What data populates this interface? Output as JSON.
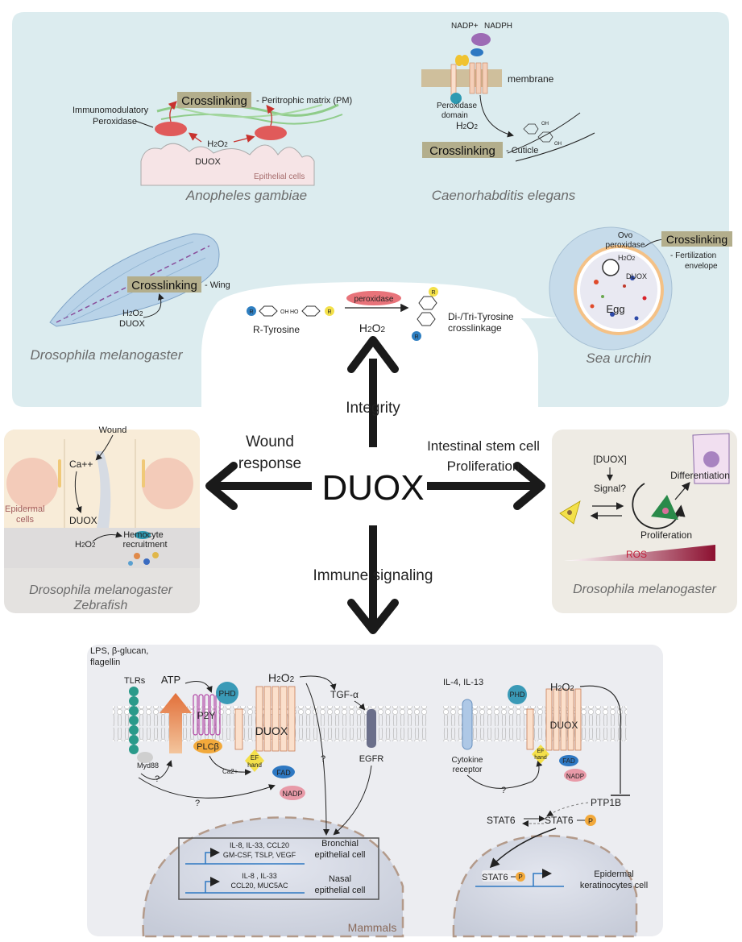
{
  "center": {
    "title": "DUOX",
    "arrow_up": "Integrity",
    "arrow_left": "Wound response",
    "arrow_left_l1": "Wound",
    "arrow_left_l2": "response",
    "arrow_right_l1": "Intestinal stem cell",
    "arrow_right_l2": "Proliferation",
    "arrow_down": "Immune signaling"
  },
  "top_panel": {
    "tyrosine": {
      "reactant": "R-Tyrosine",
      "enzyme": "peroxidase",
      "reagent": "H2O2",
      "product_l1": "Di-/Tri-Tyrosine",
      "product_l2": "crosslinkage"
    },
    "anopheles": {
      "species": "Anopheles gambiae",
      "crosslinking": "Crosslinking",
      "pm": "- Peritrophic matrix (PM)",
      "peroxidase_l1": "Immunomodulatory",
      "peroxidase_l2": "Peroxidase",
      "h2o2": "H2O2",
      "duox": "DUOX",
      "epithelial": "Epithelial cells"
    },
    "celegans": {
      "species": "Caenorhabditis elegans",
      "nadp": "NADP+",
      "nadph": "NADPH",
      "membrane": "membrane",
      "peroxidase_l1": "Peroxidase",
      "peroxidase_l2": "domain",
      "h2o2": "H2O2",
      "crosslinking": "Crosslinking",
      "cuticle": "- Cuticle",
      "oh": "OH"
    },
    "drosophila_wing": {
      "species": "Drosophila melanogaster",
      "crosslinking": "Crosslinking",
      "wing": "- Wing",
      "h2o2": "H2O2",
      "duox": "DUOX"
    },
    "sea_urchin": {
      "species": "Sea urchin",
      "ovo_l1": "Ovo",
      "ovo_l2": "peroxidase",
      "h2o2": "H2O2",
      "duox": "DUOX",
      "crosslinking": "Crosslinking",
      "fert_l1": "- Fertilization",
      "fert_l2": "envelope",
      "egg": "Egg"
    }
  },
  "left_panel": {
    "wound": "Wound",
    "ca": "Ca++",
    "epidermal_l1": "Epidermal",
    "epidermal_l2": "cells",
    "duox": "DUOX",
    "h2o2": "H2O2",
    "hemocyte_l1": "Hemocyte",
    "hemocyte_l2": "recruitment",
    "species_l1": "Drosophila melanogaster",
    "species_l2": "Zebrafish"
  },
  "right_panel": {
    "duox": "[DUOX]",
    "signal": "Signal?",
    "differentiation": "Differentiation",
    "proliferation": "Proliferation",
    "ros": "ROS",
    "species": "Drosophila melanogaster"
  },
  "bottom_panel": {
    "label": "Mammals",
    "left": {
      "lps_l1": "LPS, β-glucan,",
      "lps_l2": "flagellin",
      "tlrs": "TLRs",
      "atp": "ATP",
      "p2y": "P2Y",
      "plcb": "PLCβ",
      "myd88": "Myd88",
      "q": "?",
      "ca": "Ca2+",
      "phd": "PHD",
      "h2o2": "H2O2",
      "duox": "DUOX",
      "ef_l1": "EF",
      "ef_l2": "hand",
      "fad": "FAD",
      "nadp": "NADP",
      "tgfa": "TGF-α",
      "egfr": "EGFR",
      "genes1_l1": "IL-8, IL-33, CCL20",
      "genes1_l2": "GM-CSF, TSLP, VEGF",
      "cell1_l1": "Bronchial",
      "cell1_l2": "epithelial cell",
      "genes2_l1": "IL-8 , IL-33",
      "genes2_l2": "CCL20, MUC5AC",
      "cell2_l1": "Nasal",
      "cell2_l2": "epithelial cell"
    },
    "right": {
      "il": "IL-4, IL-13",
      "phd": "PHD",
      "h2o2": "H2O2",
      "duox": "DUOX",
      "ef_l1": "EF",
      "ef_l2": "hand",
      "fad": "FAD",
      "nadp": "NADP",
      "cyto_l1": "Cytokine",
      "cyto_l2": "receptor",
      "q": "?",
      "ptp1b": "PTP1B",
      "stat6": "STAT6",
      "stat6p": "STAT6",
      "p": "P",
      "nuc_stat6": "STAT6",
      "cell_l1": "Epidermal",
      "cell_l2": "keratinocytes cell"
    }
  },
  "colors": {
    "top_bg": "#dcecef",
    "side_bg": "#e4e2e0",
    "right_bg": "#eeebe4",
    "bottom_bg": "#ecedf1",
    "crosslink_box": "#b3ae8c",
    "arrow": "#1a1a1a",
    "ros": "#c0203a"
  }
}
